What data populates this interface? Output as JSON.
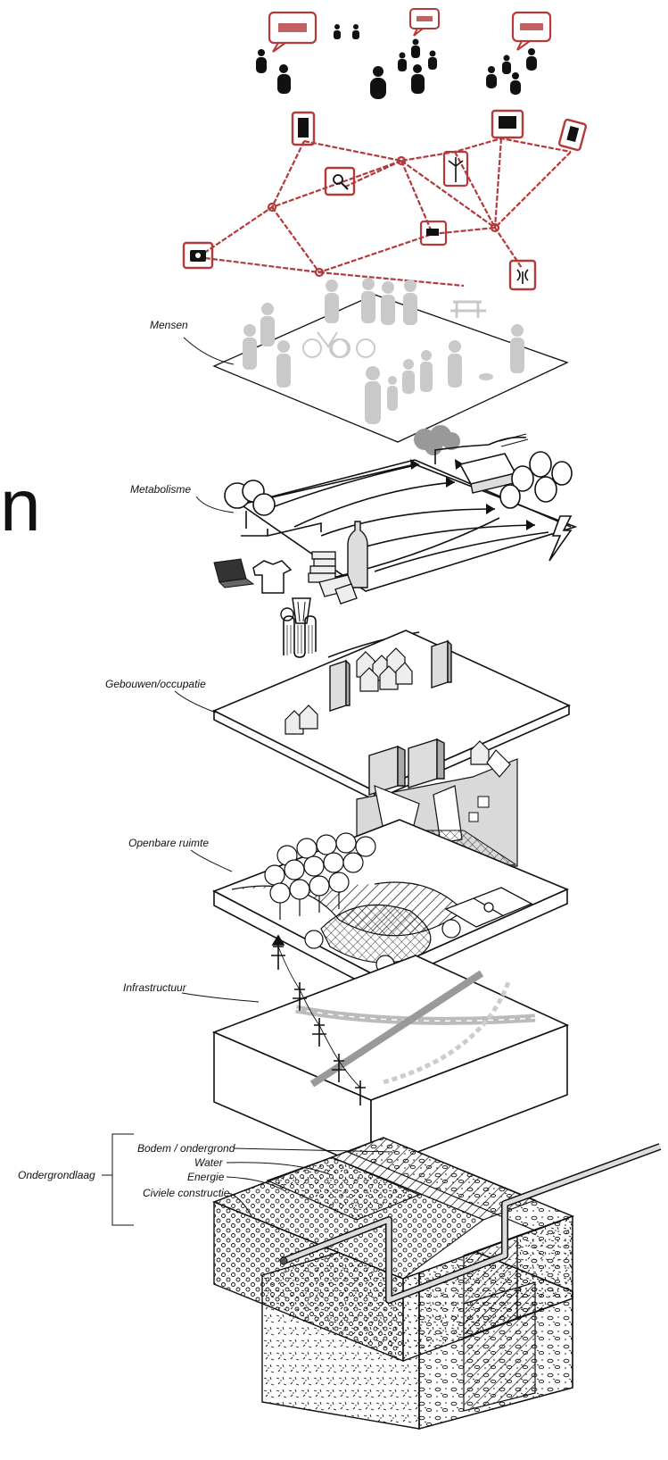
{
  "labels": {
    "mensen": "Mensen",
    "metabolisme": "Metabolisme",
    "gebouwen": "Gebouwen/occupatie",
    "openbare": "Openbare ruimte",
    "infrastructuur": "Infrastructuur",
    "ondergrondlaag": "Ondergrondlaag",
    "bodem": "Bodem / ondergrond",
    "water": "Water",
    "energie": "Energie",
    "civiele": "Civiele constructie"
  },
  "side_glyph": "n",
  "colors": {
    "network": "#b23a3a",
    "ink": "#111111",
    "people": "#c9c9c9"
  }
}
